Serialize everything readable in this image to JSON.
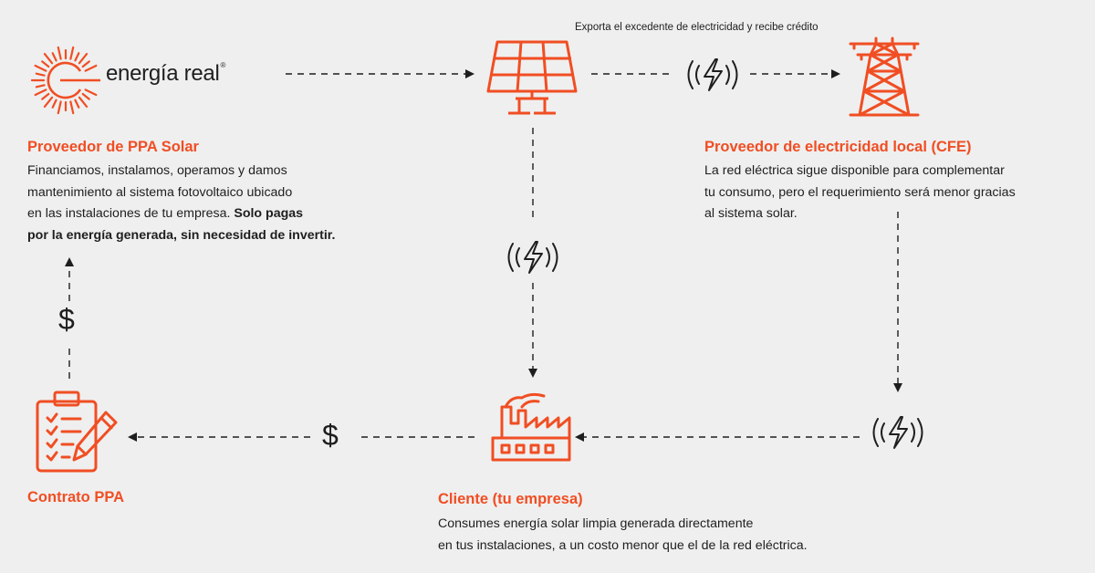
{
  "logo": {
    "name": "energía real",
    "mark": "®"
  },
  "top_caption": "Exporta el excedente de electricidad y recibe crédito",
  "provider": {
    "title": "Proveedor de PPA Solar",
    "line1": "Financiamos, instalamos, operamos y damos",
    "line2": "mantenimiento al sistema fotovoltaico ubicado",
    "line3_plain": "en las instalaciones de tu empresa.",
    "line3_bold": "Solo pagas",
    "line4_bold": "por la energía generada, sin necesidad de invertir."
  },
  "utility": {
    "title": "Proveedor de electricidad local (CFE)",
    "line1": "La red eléctrica sigue disponible para complementar",
    "line2": "tu consumo, pero el requerimiento será menor gracias",
    "line3": "al sistema solar."
  },
  "contract": {
    "title": "Contrato PPA"
  },
  "client": {
    "title": "Cliente (tu empresa)",
    "line1": "Consumes energía solar limpia generada directamente",
    "line2": "en tus instalaciones, a un costo menor que el de la red eléctrica."
  },
  "symbols": {
    "money": "$"
  },
  "colors": {
    "accent": "#f04e23",
    "text": "#1e1e1e",
    "background": "#efefef"
  },
  "icons": [
    "sun-logo-icon",
    "solar-panel-icon",
    "power-tower-icon",
    "factory-icon",
    "contract-icon",
    "electricity-icon",
    "arrow-icon"
  ]
}
